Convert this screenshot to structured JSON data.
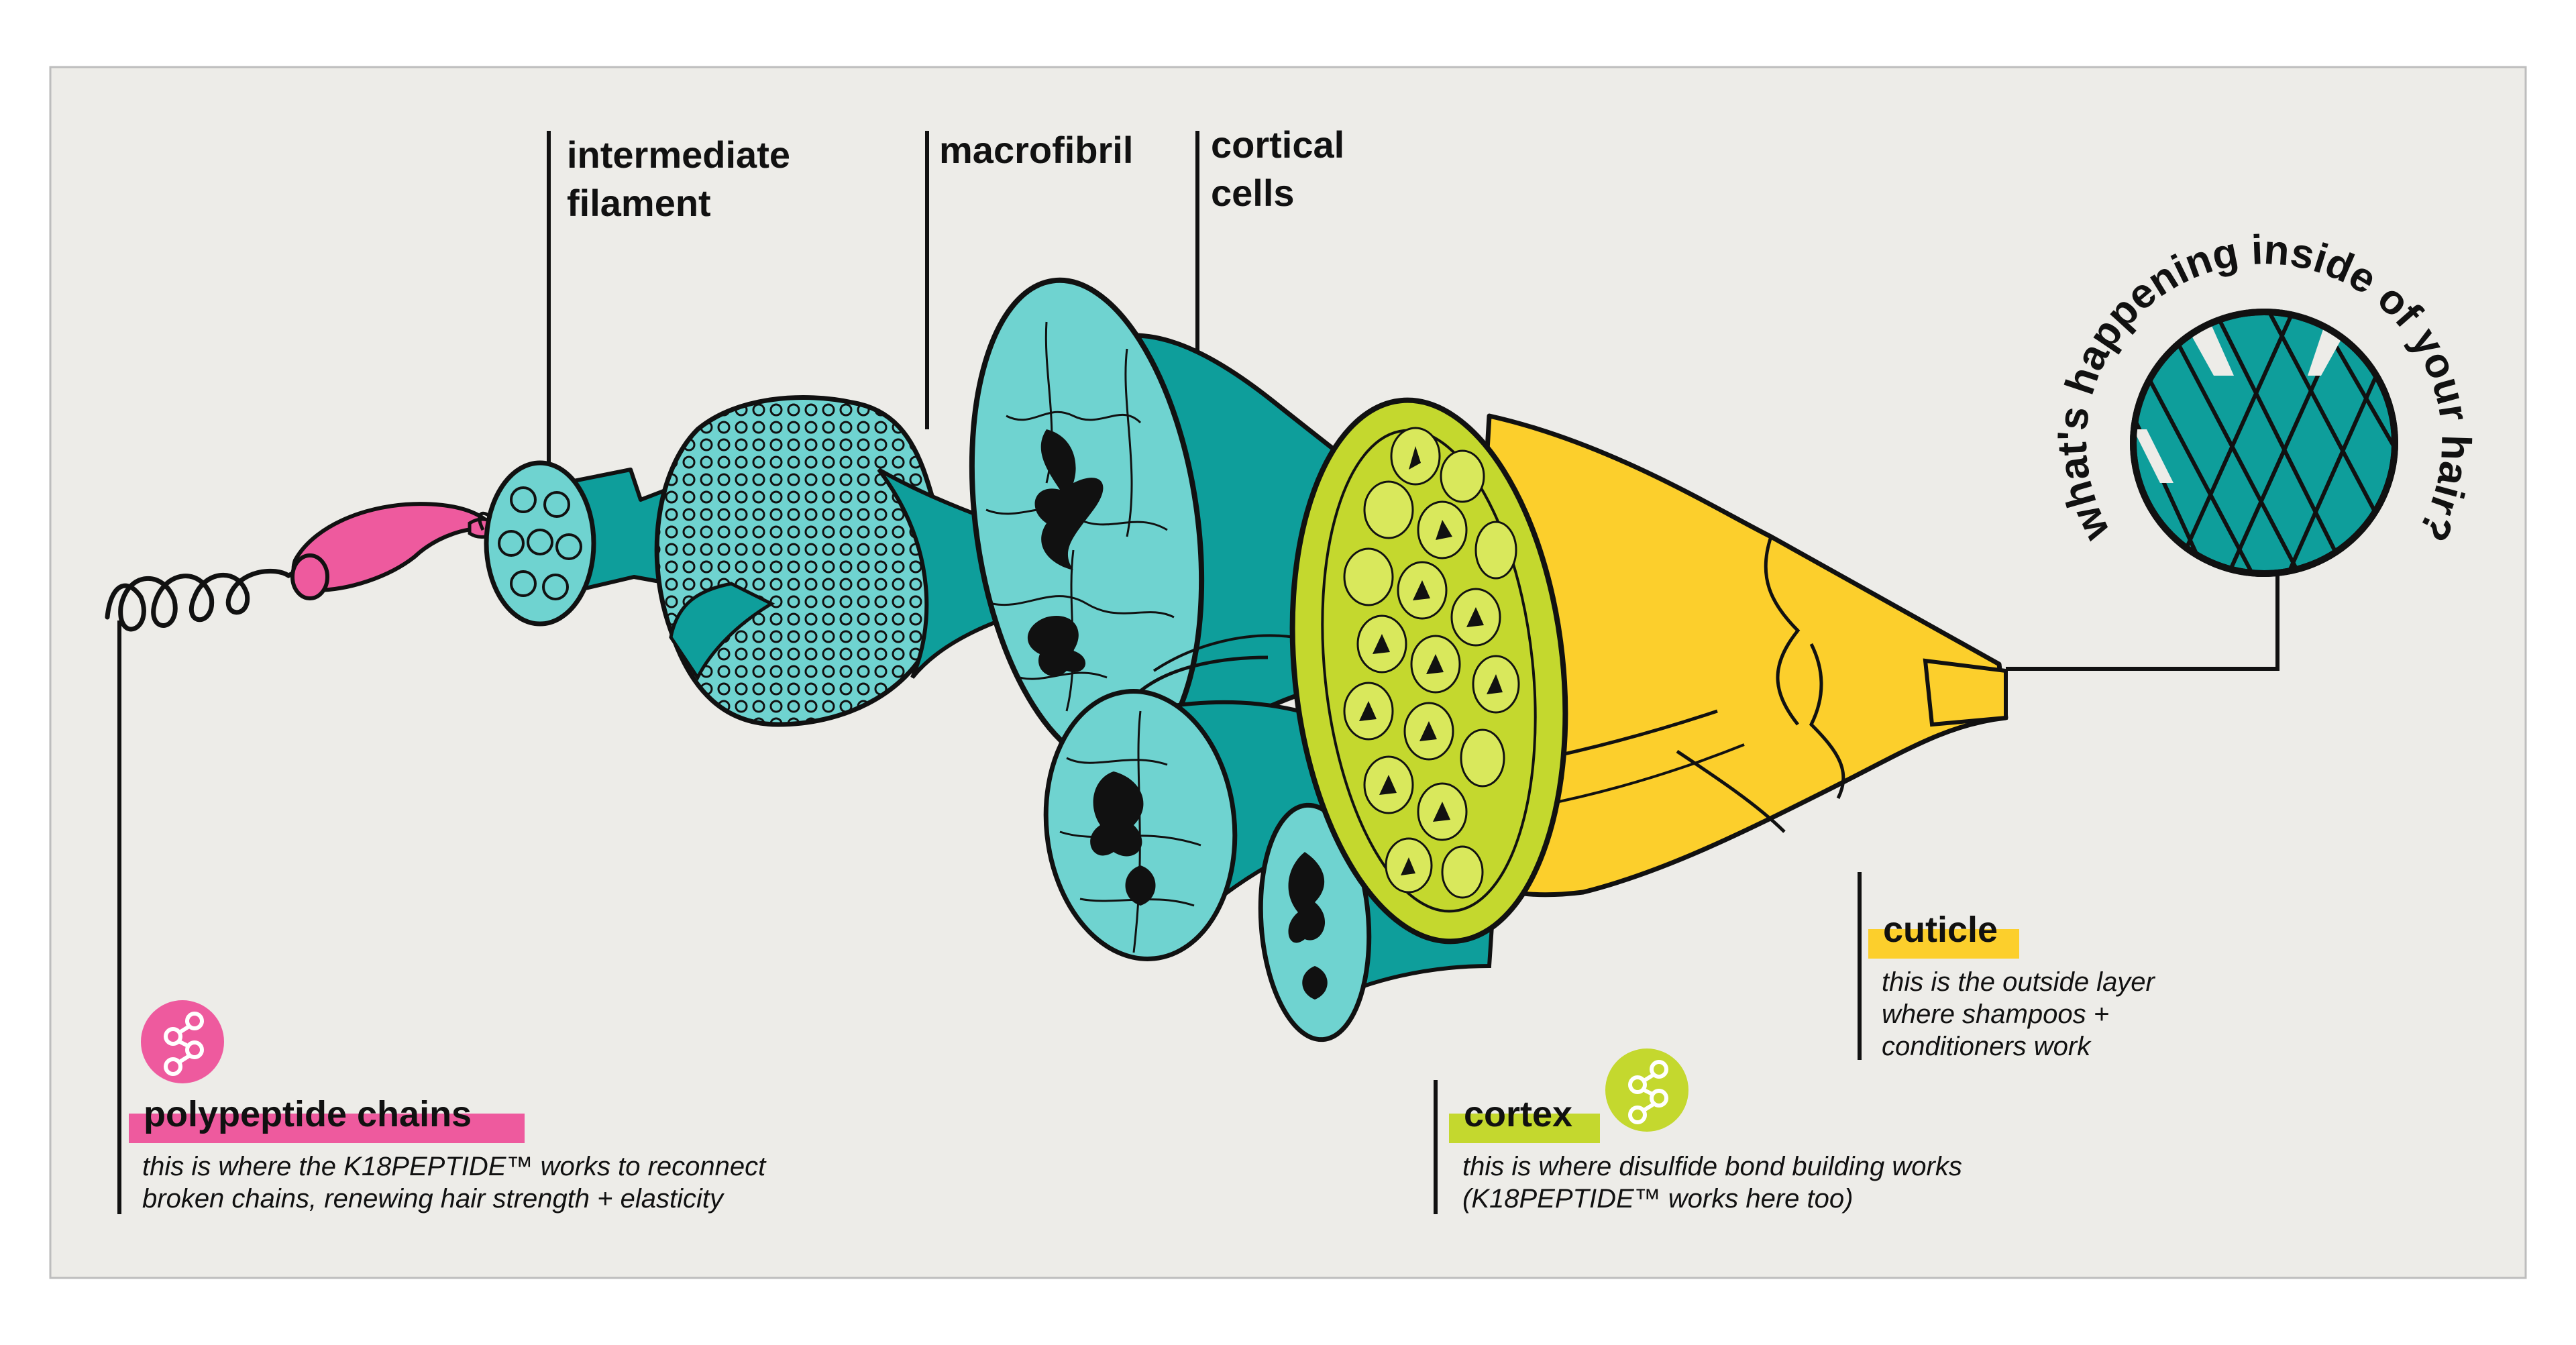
{
  "labels": {
    "intermediate_filament": [
      "intermediate",
      "filament"
    ],
    "macrofibril": "macrofibril",
    "cortical_cells": [
      "cortical",
      "cells"
    ],
    "badge_text": "what's happening inside of your hair?"
  },
  "callouts": {
    "polypeptide": {
      "title": "polypeptide chains",
      "desc_line1": "this is where the K18PEPTIDE™ works to reconnect",
      "desc_line2": "broken chains, renewing hair strength + elasticity"
    },
    "cortex": {
      "title": "cortex",
      "desc_line1": "this is where disulfide bond building works",
      "desc_line2": "(K18PEPTIDE™ works here too)"
    },
    "cuticle": {
      "title": "cuticle",
      "desc_line1": "this is the outside layer",
      "desc_line2": "where shampoos +",
      "desc_line3": "conditioners work"
    }
  },
  "colors": {
    "background": "#EDECE8",
    "panel_border": "#BDBDBD",
    "teal": "#0E9E9B",
    "teal_light": "#6FD3D0",
    "pink": "#EE5A9E",
    "lime": "#C4D82E",
    "lime_light": "#D9E85C",
    "yellow": "#FCCF2C",
    "line": "#111111"
  }
}
